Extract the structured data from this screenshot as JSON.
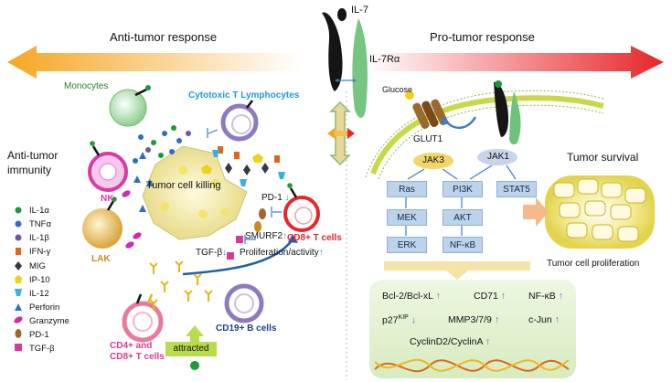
{
  "header": {
    "left": "Anti-tumor response",
    "right": "Pro-tumor response",
    "ligand": "IL-7",
    "receptor": "IL-7Rα"
  },
  "left": {
    "monocytes": "Monocytes",
    "ctl": "Cytotoxic T Lymphocytes",
    "immunity_line1": "Anti-tumor",
    "immunity_line2": "immunity",
    "nk": "NK",
    "lak": "LAK",
    "tumor_killing": "Tumor cell killing",
    "pd1": "PD-1",
    "smurf2": "SMURF2",
    "cd8": "CD8+ T cells",
    "tgfb": "TGF-β",
    "prolif": "Proliferation/activity",
    "cd19": "CD19+ B cells",
    "cd4_line1": "CD4+ and",
    "cd4_line2": "CD8+ T cells",
    "attracted": "attracted"
  },
  "legend": [
    {
      "label": "IL-1α",
      "icon": "green-dot-icon",
      "color": "#1a9a3a"
    },
    {
      "label": "TNFα",
      "icon": "blue-dot-icon",
      "color": "#2f6fc0"
    },
    {
      "label": "IL-1β",
      "icon": "purple-dot-icon",
      "color": "#6a5a9a"
    },
    {
      "label": "IFN-γ",
      "icon": "orange-square-icon",
      "color": "#e0661a"
    },
    {
      "label": "MIG",
      "icon": "dark-diamond-icon",
      "color": "#333a44"
    },
    {
      "label": "IP-10",
      "icon": "yellow-pentagon-icon",
      "color": "#f0d21a"
    },
    {
      "label": "IL-12",
      "icon": "cyan-cup-icon",
      "color": "#3ab0e0"
    },
    {
      "label": "Perforin",
      "icon": "blue-triangle-icon",
      "color": "#2f6fc0"
    },
    {
      "label": "Granzyme",
      "icon": "magenta-oval-icon",
      "color": "#d02ab0"
    },
    {
      "label": "PD-1",
      "icon": "brown-oval-icon",
      "color": "#9a6a2a"
    },
    {
      "label": "TGF-β",
      "icon": "pink-square-icon",
      "color": "#d83a9a"
    }
  ],
  "right": {
    "glucose": "Glucose",
    "glut1": "GLUT1",
    "jak3": "JAK3",
    "jak1": "JAK1",
    "survival": "Tumor survival",
    "prolif": "Tumor cell proliferation",
    "pathway": {
      "col1": [
        "Ras",
        "MEK",
        "ERK"
      ],
      "col2": [
        "PI3K",
        "AKT",
        "NF-κB"
      ],
      "col3": [
        "STAT5"
      ]
    },
    "genes": {
      "bcl": "Bcl-2/Bcl-xL",
      "cd71": "CD71",
      "nfkb": "NF-κB",
      "p27": "p27",
      "p27_sup": "KIP",
      "mmp": "MMP3/7/9",
      "cjun": "c-Jun",
      "cyclin": "CyclinD2/CyclinA"
    }
  },
  "arrows": {
    "up": "↑",
    "down": "↓"
  },
  "colors": {
    "left_arrow": "#f5a623",
    "right_arrow": "#e8262a",
    "receptor_green": "#6fc27a",
    "ctl_blue": "#1e9ad6",
    "cd8_red": "#e8262a",
    "cd19_blue": "#1f3e8a",
    "nk_magenta": "#d83aa8",
    "lak_gold": "#c88a1a",
    "box_blue": "#bcd3ec",
    "gene_green": "#e4f2d4"
  }
}
